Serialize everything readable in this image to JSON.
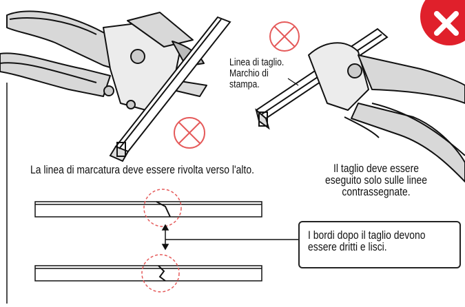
{
  "tool_label": [
    "Linea di taglio.",
    "Marchio di",
    "stampa."
  ],
  "caption_left": "La linea di marcatura deve essere rivolta verso l'alto.",
  "caption_right": [
    "Il taglio deve essere",
    "eseguito solo sulle linee",
    "contrassegnate."
  ],
  "callout": [
    "I bordi dopo il taglio devono",
    "essere dritti e lisci."
  ],
  "colors": {
    "warning": "#e0202b",
    "forbidden_mark": "#e55a5a",
    "line": "#111111"
  },
  "icons": {
    "warning_badge": "close-icon",
    "forbidden_mark": "no-entry-icon",
    "measure_mark": "arrow-icon"
  }
}
